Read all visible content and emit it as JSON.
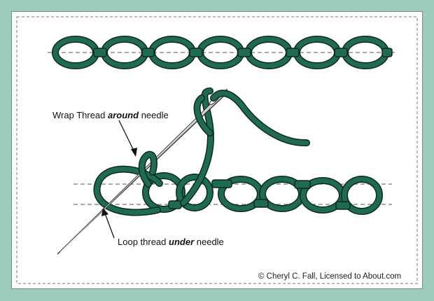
{
  "colors": {
    "background": "#9ecbbb",
    "panel": "#ffffff",
    "thread": "#1f6b50",
    "thread_dark": "#0d2a20",
    "needle": "#bfc3c5",
    "guide_line": "#555555"
  },
  "labels": {
    "wrap_prefix": "Wrap Thread ",
    "wrap_emphasis": "around",
    "wrap_suffix": " needle",
    "loop_prefix": "Loop thread ",
    "loop_emphasis": "under",
    "loop_suffix": " needle"
  },
  "credit": "© Cheryl C. Fall, Licensed to About.com",
  "icons": {
    "needle": "sewing-needle-icon"
  }
}
